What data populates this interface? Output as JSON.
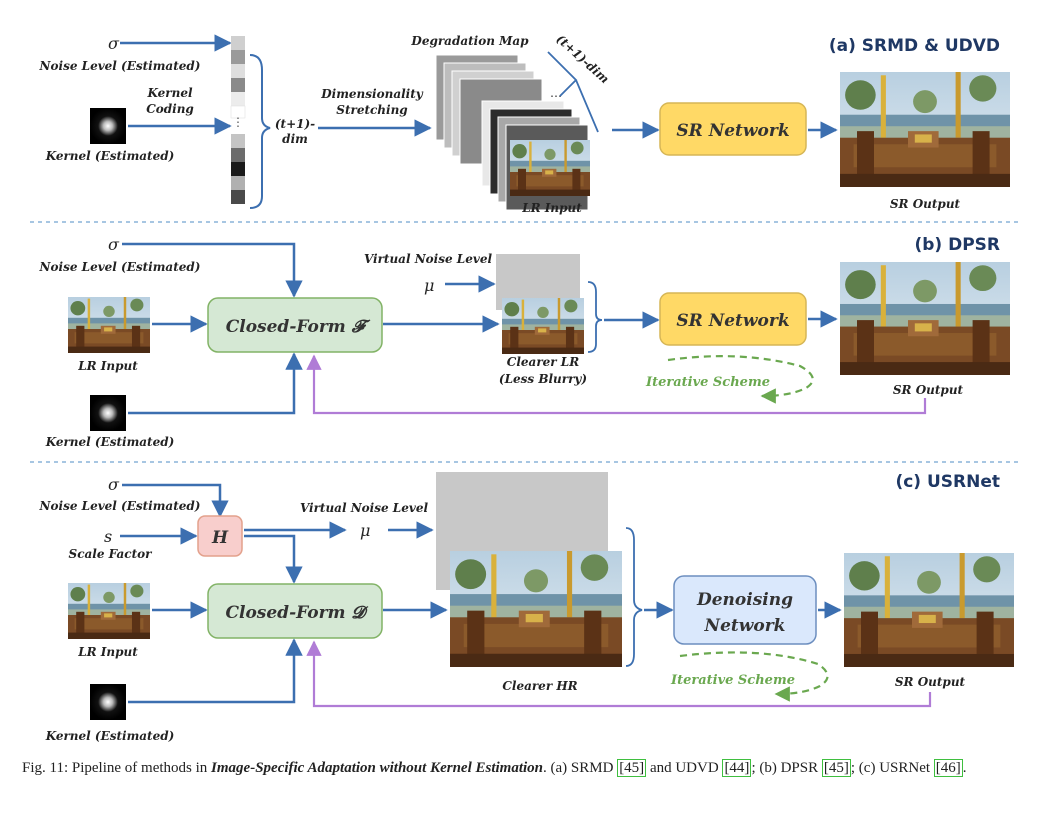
{
  "sections": {
    "a": {
      "title": "(a) SRMD & UDVD",
      "sigma": "σ",
      "noise_label": "Noise Level (Estimated)",
      "kernel_label": "Kernel (Estimated)",
      "kernel_coding": [
        "Kernel",
        "Coding"
      ],
      "dim_label": [
        "(t+1)-",
        "dim"
      ],
      "dim_stretch": [
        "Dimensionality",
        "Stretching"
      ],
      "degradation_map": "Degradation Map",
      "tdim": "(t+1)-dim",
      "lr_input": "LR Input",
      "sr_network": "SR Network",
      "sr_output": "SR Output"
    },
    "b": {
      "title": "(b) DPSR",
      "sigma": "σ",
      "noise_label": "Noise Level (Estimated)",
      "lr_input": "LR Input",
      "kernel_label": "Kernel (Estimated)",
      "closed_form": "Closed-Form 𝓕",
      "virtual_noise": "Virtual Noise Level",
      "mu": "μ",
      "clearer_lr": [
        "Clearer LR",
        "(Less Blurry)"
      ],
      "sr_network": "SR Network",
      "iterative": "Iterative Scheme",
      "sr_output": "SR Output"
    },
    "c": {
      "title": "(c) USRNet",
      "sigma": "σ",
      "noise_label": "Noise Level (Estimated)",
      "s": "s",
      "scale_factor": "Scale Factor",
      "h": "H",
      "virtual_noise": "Virtual Noise Level",
      "mu": "μ",
      "lr_input": "LR Input",
      "kernel_label": "Kernel (Estimated)",
      "closed_form": "Closed-Form 𝓓",
      "clearer_hr": "Clearer HR",
      "denoising": [
        "Denoising",
        "Network"
      ],
      "iterative": "Iterative Scheme",
      "sr_output": "SR Output"
    }
  },
  "caption": {
    "prefix": "Fig. 11: Pipeline of methods in ",
    "emph": "Image-Specific Adaptation without Kernel Estimation",
    "mid1": ". (a) SRMD ",
    "ref1": "[45]",
    "mid2": " and UDVD ",
    "ref2": "[44]",
    "mid3": "; (b) DPSR ",
    "ref3": "[45]",
    "mid4": "; (c) USRNet ",
    "ref4": "[46]",
    "suffix": "."
  },
  "colors": {
    "arrow_blue": "#3c6fb0",
    "purple": "#b07cd6",
    "green_dash": "#6aa84f",
    "yellow_box": "#ffd966",
    "green_box": "#d5e8d4",
    "orange_box": "#f8cecc",
    "blue_box": "#dae8fc",
    "title_navy": "#1f3864",
    "separator": "#8ab4d8"
  }
}
